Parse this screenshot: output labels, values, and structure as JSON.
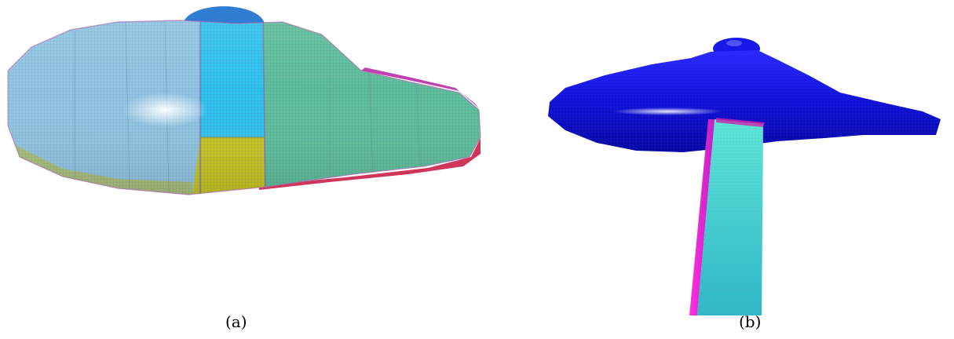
{
  "figure": {
    "panels": [
      {
        "label": "(a)",
        "description_icon": "mesh-body-multi-patch",
        "colors": {
          "patch_light_blue": "#8fc6e2",
          "patch_cyan": "#2cc3ee",
          "patch_green": "#5cbf9a",
          "patch_yellow": "#c8c61e",
          "patch_olive": "#a8c07a",
          "edge_magenta": "#d03a9a",
          "dome_blue": "#2f7fd6"
        }
      },
      {
        "label": "(b)",
        "description_icon": "mesh-body-with-wing",
        "colors": {
          "body_blue": "#1414e0",
          "wing_cyan": "#3fd8d0",
          "wing_edge_magenta": "#e02ad0"
        }
      }
    ]
  }
}
